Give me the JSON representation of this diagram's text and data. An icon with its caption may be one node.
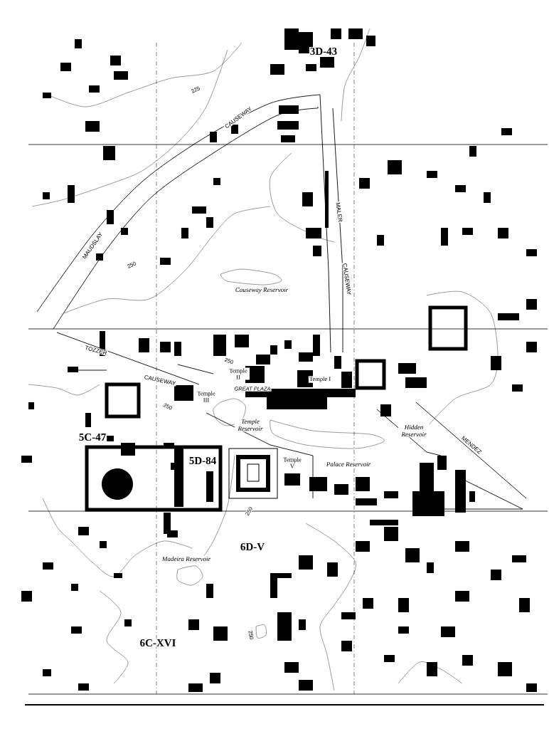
{
  "diagram": {
    "labels": [
      "3D-43",
      "225",
      "CAUSEWAY",
      "MALER",
      "MAUDSLAY",
      "250",
      "CAUSEWAY",
      "Causeway Reservoir",
      "TOZZER",
      "CAUSEWAY",
      "250",
      "Temple II",
      "GREAT PLAZA",
      "Temple I",
      "Temple III",
      "250",
      "Temple Reservoir",
      "5C-47",
      "Hidden Reservoir",
      "MENDEZ",
      "5D-84",
      "Temple V",
      "Palace Reservoir",
      "250",
      "6D-V",
      "Madeira Reservoir",
      "250",
      "6C-XVI"
    ]
  }
}
